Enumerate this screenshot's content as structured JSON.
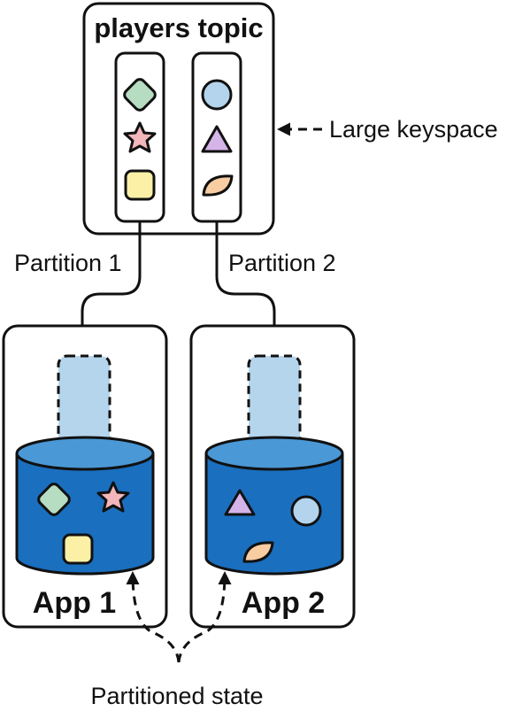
{
  "topic": {
    "title": "players topic"
  },
  "annotations": {
    "keyspace": "Large keyspace",
    "state": "Partitioned state"
  },
  "partitions": [
    {
      "label": "Partition 1",
      "shapes": [
        "diamond-icon",
        "star-icon",
        "square-icon"
      ]
    },
    {
      "label": "Partition 2",
      "shapes": [
        "circle-icon",
        "triangle-icon",
        "leaf-icon"
      ]
    }
  ],
  "apps": [
    {
      "label": "App 1",
      "shapes": [
        "diamond-icon",
        "star-icon",
        "square-icon"
      ]
    },
    {
      "label": "App 2",
      "shapes": [
        "triangle-icon",
        "circle-icon",
        "leaf-icon"
      ]
    }
  ],
  "colors": {
    "diamond": "#b6dcc1",
    "star": "#f2b6bb",
    "square": "#fbf0a6",
    "circle": "#b3d4ec",
    "triangle": "#d5b4ea",
    "leaf": "#f7cda1",
    "db_body": "#1a6fbf",
    "db_top": "#4a98d6",
    "stream": "#b5d5ec"
  }
}
